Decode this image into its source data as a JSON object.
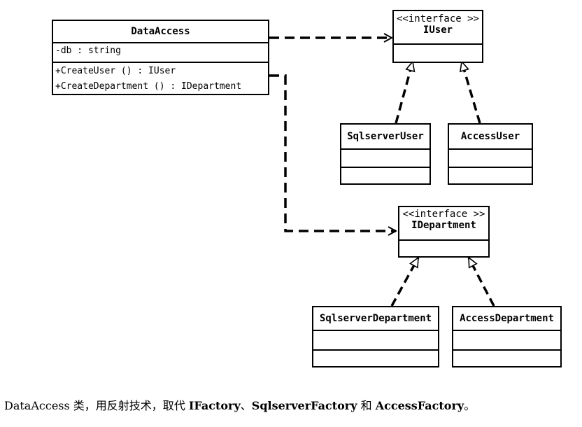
{
  "classes": {
    "data_access": {
      "name": "DataAccess",
      "attributes": [
        "-db : string"
      ],
      "operations": [
        "+CreateUser () : IUser",
        "+CreateDepartment () : IDepartment"
      ]
    },
    "iuser": {
      "stereotype": "<<interface >>",
      "name": "IUser"
    },
    "sqlserver_user": {
      "name": "SqlserverUser"
    },
    "access_user": {
      "name": "AccessUser"
    },
    "idepartment": {
      "stereotype": "<<interface >>",
      "name": "IDepartment"
    },
    "sqlserver_department": {
      "name": "SqlserverDepartment"
    },
    "access_department": {
      "name": "AccessDepartment"
    }
  },
  "caption": {
    "part1": "DataAccess 类，用反射技术，取代 ",
    "b1": "IFactory",
    "sep": "、",
    "b2": "SqlserverFactory",
    "part2": " 和 ",
    "b3": "AccessFactory",
    "end": "。"
  },
  "colors": {
    "line": "#000000",
    "background": "#ffffff"
  }
}
